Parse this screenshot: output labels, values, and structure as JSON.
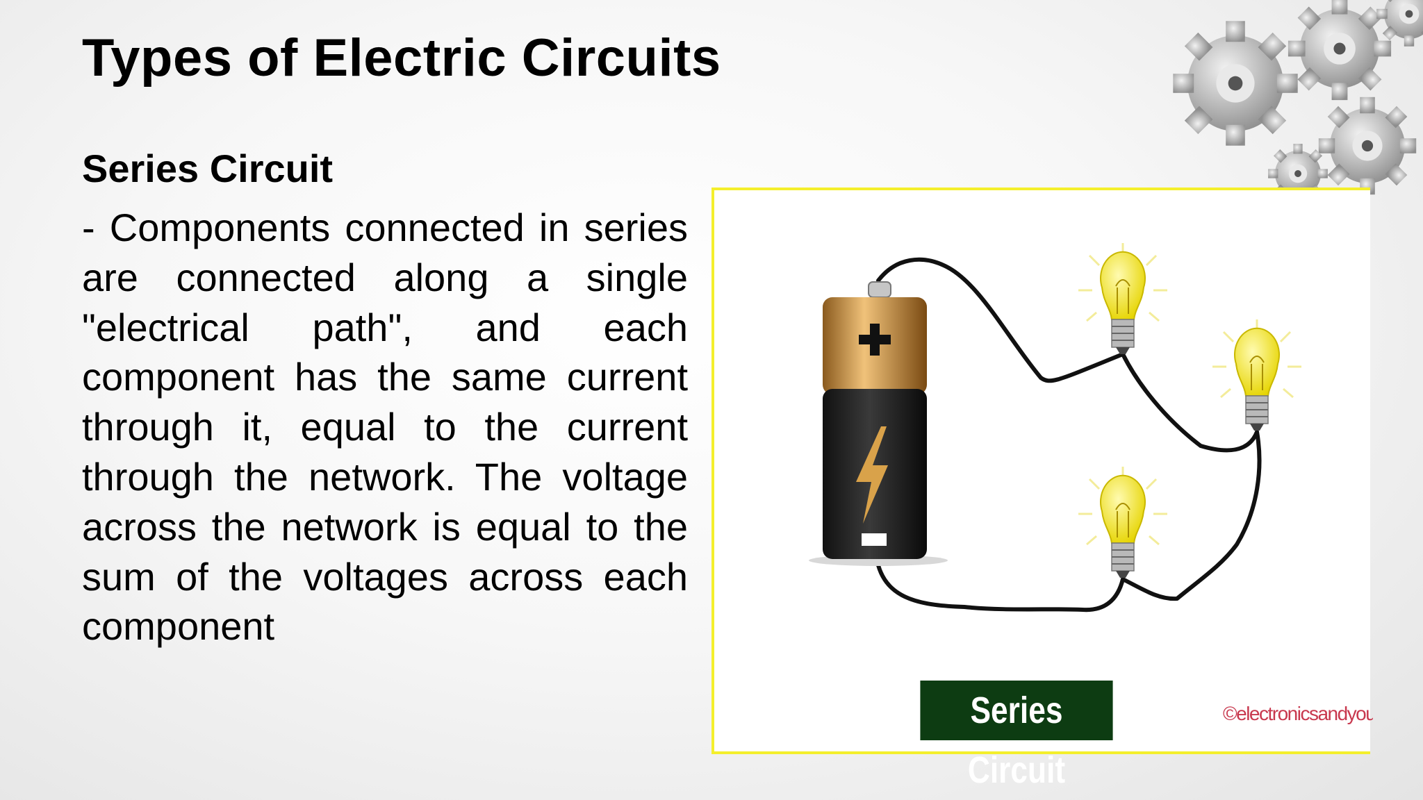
{
  "slide": {
    "title": "Types of Electric Circuits",
    "subtitle": "Series Circuit",
    "body": "- Components connected in series are connected along a single \"electrical path\", and each component has the same current through it, equal to the current through the network. The voltage across the network is equal to the sum of the voltages across each component"
  },
  "figure": {
    "label": "Series Circuit",
    "watermark": "©electronicsandyou.c"
  },
  "colors": {
    "frame": "#f4ef2c",
    "label_bg": "#0d3c12",
    "bulb": "#f3e72a",
    "battery_top": "#c98a3a",
    "battery_bottom": "#1a1a1a",
    "watermark": "#c8384e"
  },
  "icons": [
    "gears-decoration",
    "battery-icon",
    "lightbulb-icon"
  ]
}
